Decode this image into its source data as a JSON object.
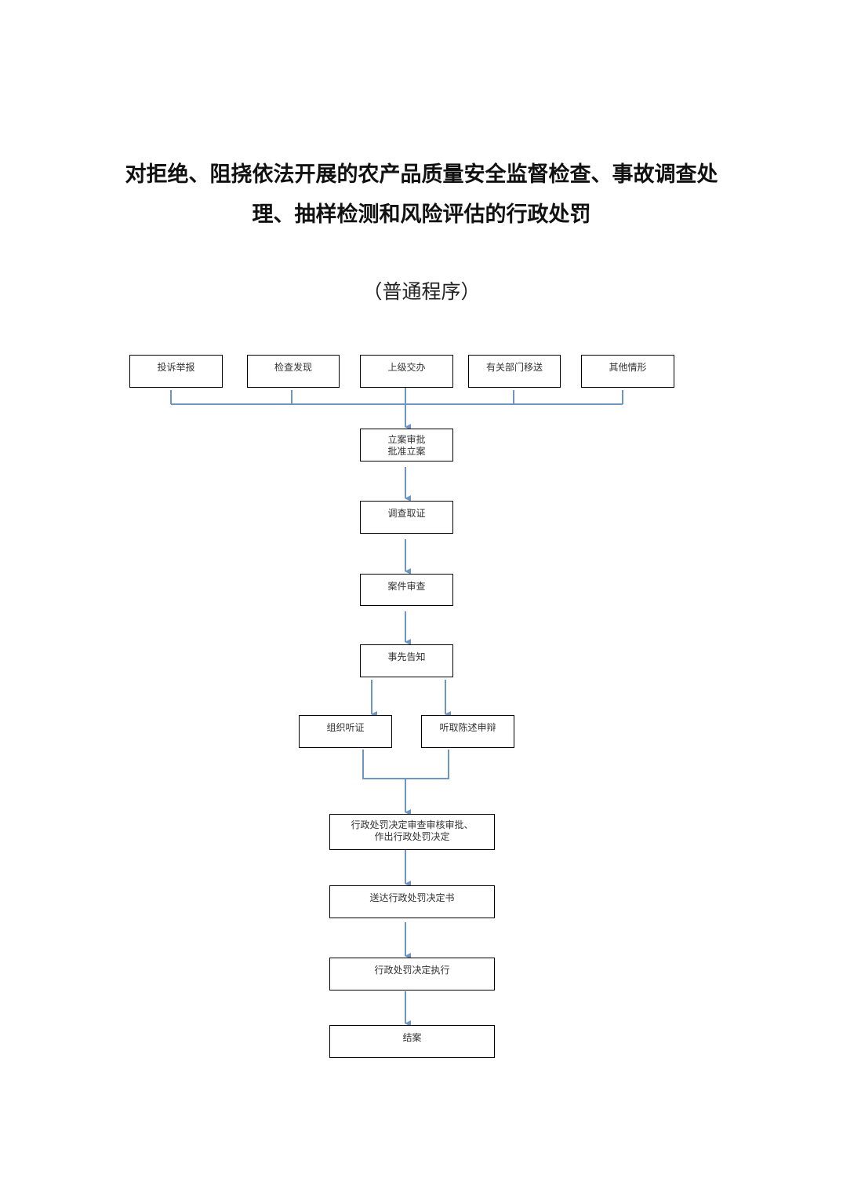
{
  "title": {
    "line1": "对拒绝、阻挠依法开展的农产品质量安全监督检查、事故调查处",
    "line2": "理、抽样检测和风险评估的行政处罚"
  },
  "subtitle": "（普通程序）",
  "colors": {
    "connector": "#6f96c2"
  },
  "sources": [
    "投诉举报",
    "检查发现",
    "上级交办",
    "有关部门移送",
    "其他情形"
  ],
  "steps": {
    "filing_line1": "立案审批",
    "filing_line2": "批准立案",
    "investigation": "调查取证",
    "review": "案件审查",
    "notice": "事先告知",
    "hearing": "组织听证",
    "statement": "听取陈述申辩",
    "decision_line1": "行政处罚决定审查审核审批、",
    "decision_line2": "作出行政处罚决定",
    "delivery": "送达行政处罚决定书",
    "execution": "行政处罚决定执行",
    "close": "结案"
  }
}
